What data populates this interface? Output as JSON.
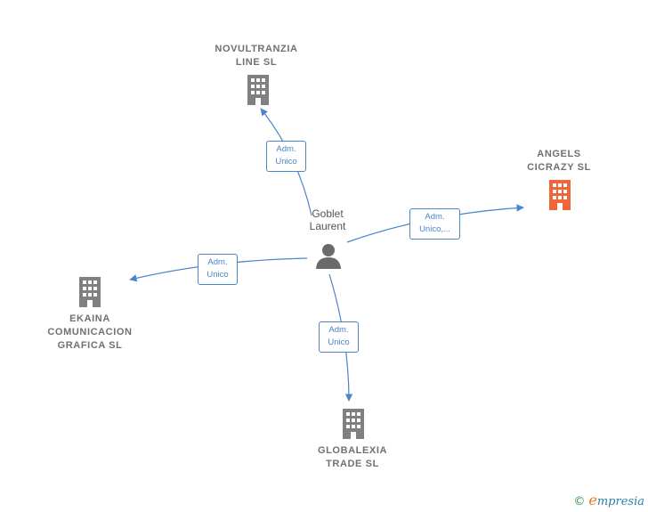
{
  "center": {
    "name": "Goblet\nLaurent"
  },
  "companies": [
    {
      "id": "novultranzia",
      "name": "NOVULTRANZIA\nLINE  SL",
      "highlight": false
    },
    {
      "id": "angels",
      "name": "ANGELS\nCICRAZY  SL",
      "highlight": true
    },
    {
      "id": "ekaina",
      "name": "EKAINA\nCOMUNICACION\nGRAFICA  SL",
      "highlight": false
    },
    {
      "id": "globalexia",
      "name": "GLOBALEXIA\nTRADE  SL",
      "highlight": false
    }
  ],
  "relations": [
    {
      "to": "novultranzia",
      "line1": "Adm.",
      "line2": "Unico"
    },
    {
      "to": "angels",
      "line1": "Adm.",
      "line2": "Unico,..."
    },
    {
      "to": "ekaina",
      "line1": "Adm.",
      "line2": "Unico"
    },
    {
      "to": "globalexia",
      "line1": "Adm.",
      "line2": "Unico"
    }
  ],
  "colors": {
    "edge": "#4a86c8",
    "building": "#808080",
    "highlight": "#f0653a",
    "person": "#6a6a6a"
  },
  "footer": {
    "copyright": "©",
    "brand_e": "e",
    "brand_rest": "mpresia"
  }
}
